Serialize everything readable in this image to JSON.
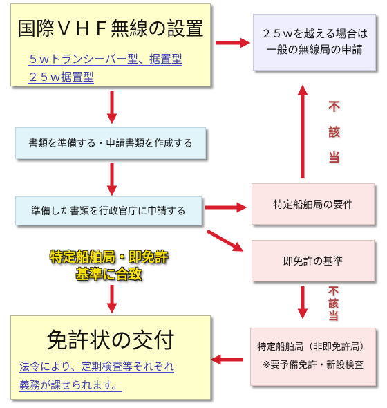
{
  "colors": {
    "arrow": "#d81e2c",
    "yellow_box": "#ffffcc",
    "cyan_box": "#e0f4fa",
    "pink_box": "#fce6e6",
    "lavender_box": "#eeeefe",
    "callout_text": "#ffe600",
    "blue_text": "#3a3ab0"
  },
  "install_box": {
    "title": "国際ＶＨＦ無線の設置",
    "line1": "５ｗトランシーバー型、据置型",
    "line2": "２５ｗ据置型"
  },
  "over25_box": {
    "line1": "２５ｗを越える場合は",
    "line2": "一般の無線局の申請"
  },
  "prepare_box": {
    "label": "書類を準備する・申請書類を作成する"
  },
  "apply_box": {
    "label": "準備した書類を行政官庁に申請する"
  },
  "special_box": {
    "label": "特定船舶局の要件"
  },
  "immediate_box": {
    "label": "即免許の基準"
  },
  "nonapplicable_top": [
    "不",
    "該",
    "当"
  ],
  "nonapplicable_bottom": [
    "不",
    "該",
    "当"
  ],
  "callout": {
    "line1": "特定船舶局・即免許",
    "line2": "基準に合致"
  },
  "license_box": {
    "title": "免許状の交付",
    "line1": "法令により、定期検査等それぞれ",
    "line2": "義務が課せられます。"
  },
  "nonimmediate_box": {
    "line1": "特定船舶局（非即免許局）",
    "line2": "※要予備免許・新設検査"
  }
}
